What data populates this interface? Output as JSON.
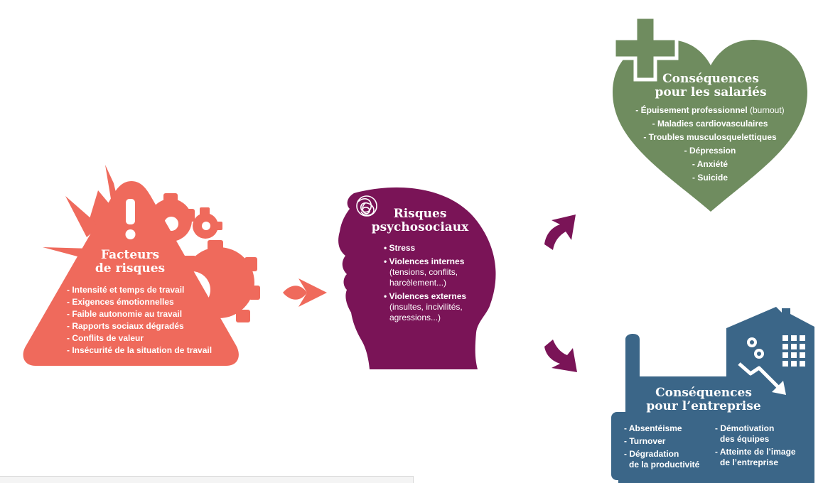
{
  "colors": {
    "factors": "#ef6a5c",
    "psychosocial": "#7a1457",
    "employees": "#6f8c5f",
    "company": "#3b6688",
    "arrow_orange": "#ef6a5c",
    "arrow_purple": "#7a1457",
    "background": "#ffffff"
  },
  "factors": {
    "title_line1": "Facteurs",
    "title_line2": "de risques",
    "items": [
      "- Intensité et temps de travail",
      "- Exigences émotionnelles",
      "- Faible autonomie au travail",
      "- Rapports sociaux dégradés",
      "- Conflits de valeur",
      "- Insécurité de la situation de travail"
    ]
  },
  "psychosocial": {
    "title_line1": "Risques",
    "title_line2": "psychosociaux",
    "items": [
      {
        "label": "• Stress",
        "detail": ""
      },
      {
        "label": "• Violences internes",
        "detail_line1": "(tensions, conflits,",
        "detail_line2": "harcèlement...)"
      },
      {
        "label": "• Violences externes",
        "detail_line1": "(insultes, incivilités,",
        "detail_line2": "agressions...)"
      }
    ]
  },
  "employees": {
    "title_line1": "Conséquences",
    "title_line2": "pour les salariés",
    "items": [
      {
        "text": "- Épuisement professionnel",
        "suffix": " (burnout)"
      },
      {
        "text": "- Maladies cardiovasculaires"
      },
      {
        "text": "- Troubles musculosquelettiques"
      },
      {
        "text": "- Dépression"
      },
      {
        "text": "- Anxiété"
      },
      {
        "text": "- Suicide"
      }
    ]
  },
  "company": {
    "title_line1": "Conséquences",
    "title_line2": "pour l’entreprise",
    "col1": [
      "- Absentéisme",
      "- Turnover",
      "- Dégradation",
      "de la productivité"
    ],
    "col2": [
      "- Démotivation",
      "des équipes",
      "- Atteinte de l’image",
      "de l’entreprise"
    ]
  },
  "icons": {
    "factors": [
      "lightning-icon",
      "exclamation-icon",
      "gear-icon"
    ],
    "psychosocial": [
      "tangled-brain-icon",
      "head-profile-icon"
    ],
    "employees": [
      "medical-cross-icon",
      "heart-icon"
    ],
    "company": [
      "factory-icon",
      "gears-icon",
      "window-grid-icon",
      "downtrend-arrow-icon"
    ],
    "arrows": [
      "arrow-right-icon",
      "arrow-up-right-icon",
      "arrow-down-right-icon"
    ]
  }
}
